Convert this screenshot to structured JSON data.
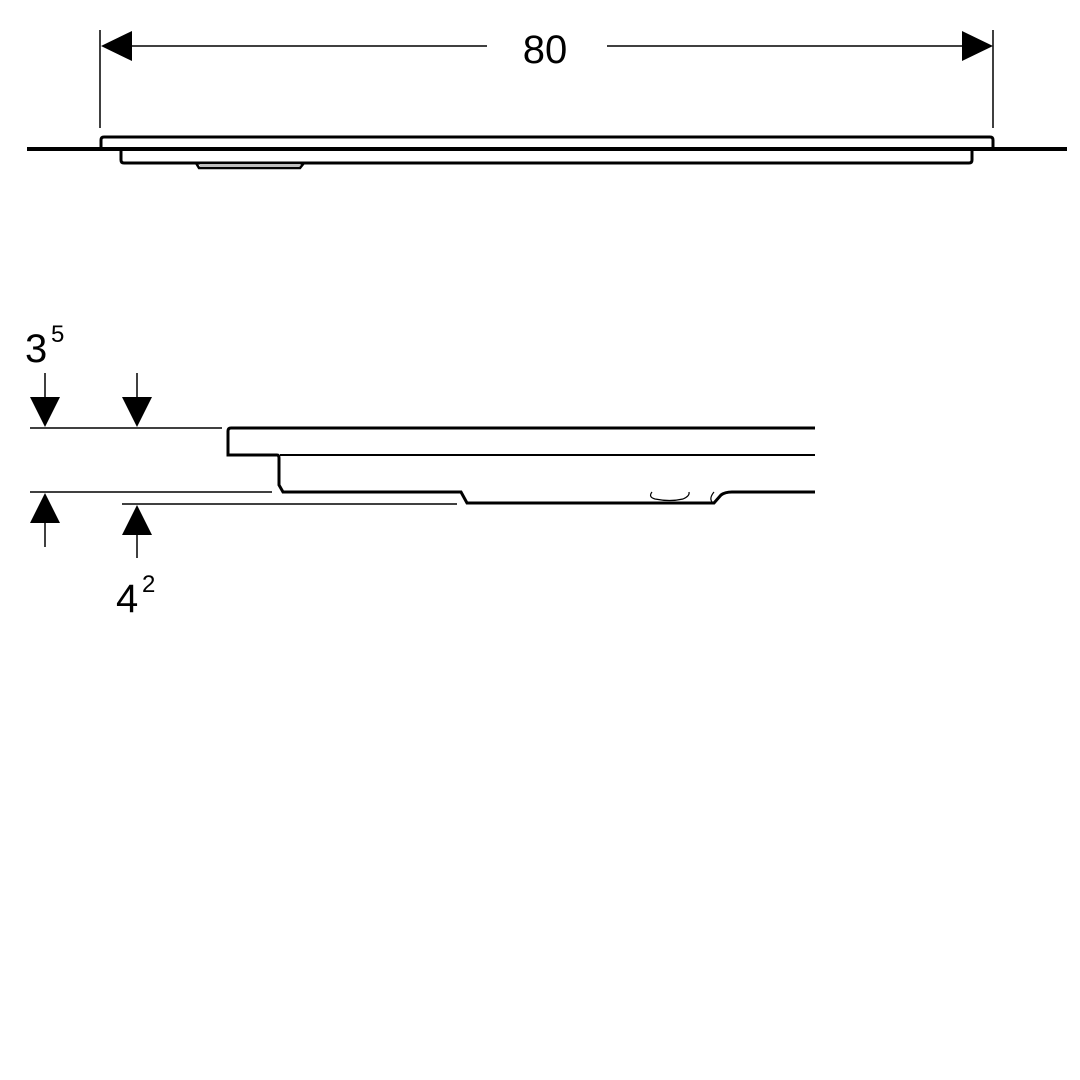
{
  "top_view": {
    "width_dimension": "80"
  },
  "section_view": {
    "upper_dimension": {
      "main": "3",
      "sup": "5"
    },
    "lower_dimension": {
      "main": "4",
      "sup": "2"
    }
  },
  "colors": {
    "line": "#000000",
    "fill_detail": "#bdbdbd"
  }
}
